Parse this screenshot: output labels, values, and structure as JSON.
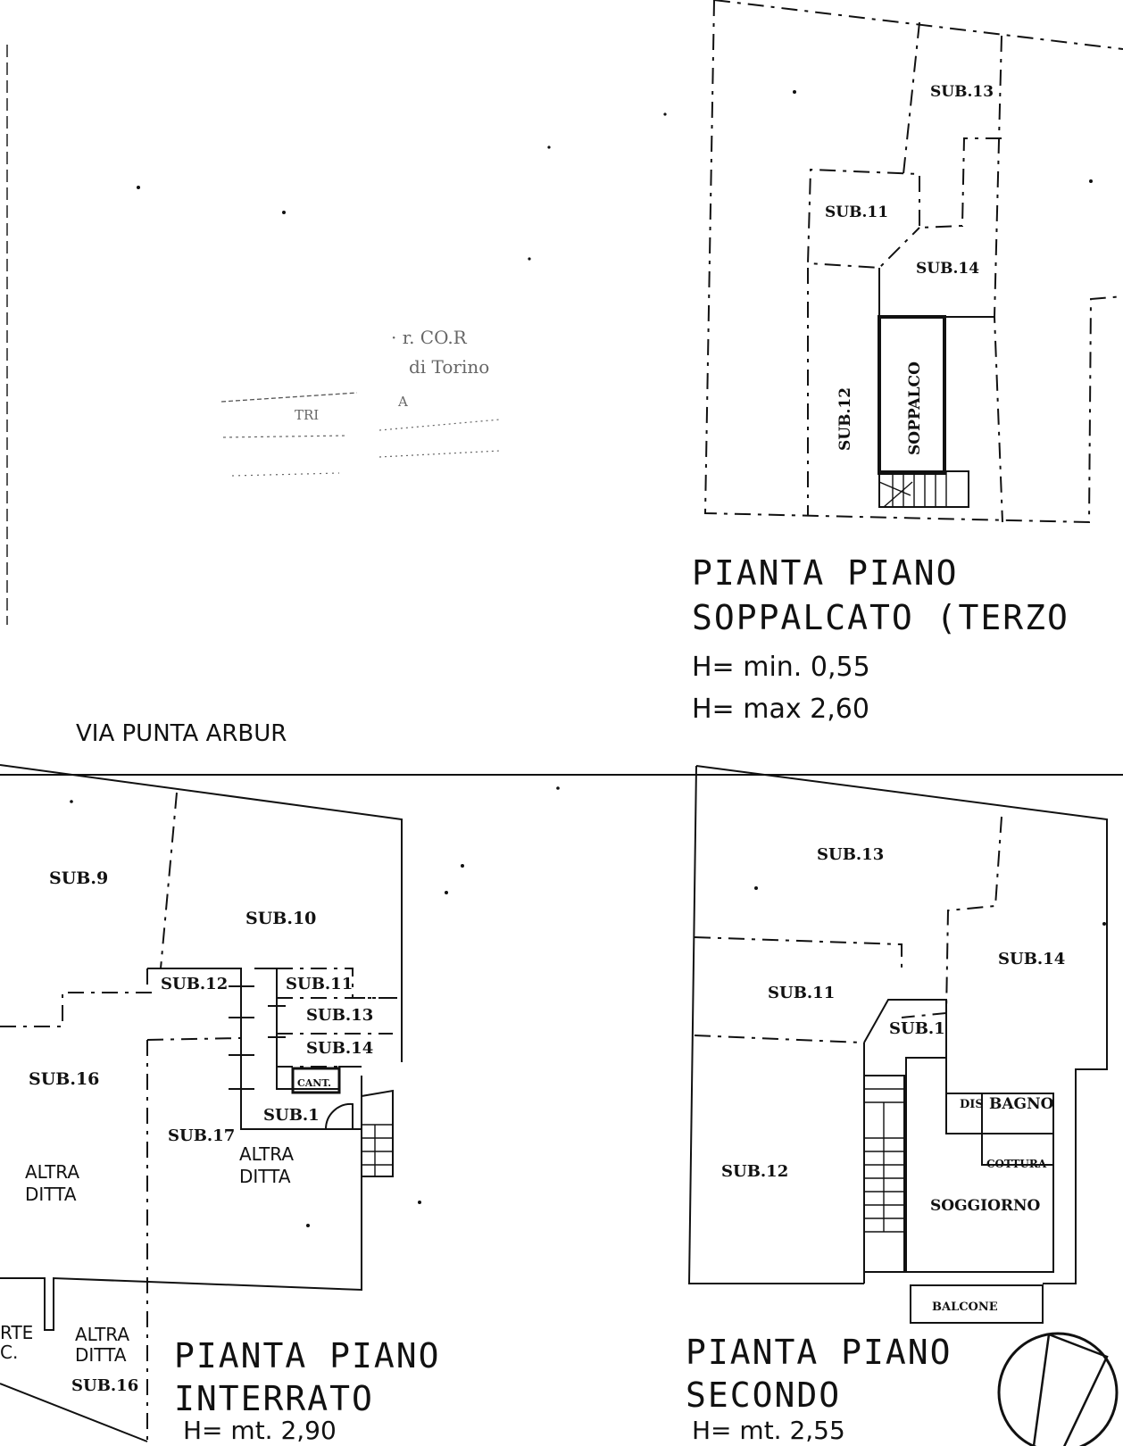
{
  "stamp": {
    "line1": "· r. CO.R",
    "line2": "di Torino",
    "line3": "TRI",
    "line4": "A"
  },
  "street": "VIA PUNTA ARBUR",
  "plan_terzo": {
    "title1": "PIANTA PIANO",
    "title2": "SOPPALCATO (TERZO",
    "h1": "H= min. 0,55",
    "h2": "H= max 2,60",
    "rooms": {
      "sub13": "SUB.13",
      "sub11": "SUB.11",
      "sub14": "SUB.14",
      "sub12": "SUB.12",
      "soppalco": "SOPPALCO"
    }
  },
  "plan_interrato": {
    "title1": "PIANTA PIANO",
    "title2": "INTERRATO",
    "h": "H= mt. 2,90",
    "rooms": {
      "sub9": "SUB.9",
      "sub10": "SUB.10",
      "sub12": "SUB.12",
      "sub11": "SUB.11",
      "sub13": "SUB.13",
      "sub14": "SUB.14",
      "cant": "CANT.",
      "sub16": "SUB.16",
      "sub1": "SUB.1",
      "sub17": "SUB.17",
      "altra_ditta_a1": "ALTRA",
      "altra_ditta_a2": "DITTA",
      "altra_ditta_b1": "ALTRA",
      "altra_ditta_b2": "DITTA",
      "corte1": "RTE",
      "corte2": "C.",
      "altra_ditta_c1": "ALTRA",
      "altra_ditta_c2": "DITTA",
      "sub16b": "SUB.16"
    }
  },
  "plan_secondo": {
    "title1": "PIANTA PIANO",
    "title2": "SECONDO",
    "h": "H= mt. 2,55",
    "rooms": {
      "sub13": "SUB.13",
      "sub14": "SUB.14",
      "sub11": "SUB.11",
      "sub1": "SUB.1",
      "dis": "DIS",
      "bagno": "BAGNO",
      "cottura": "COTTURA",
      "sub12": "SUB.12",
      "soggiorno": "SOGGIORNO",
      "balcone": "BALCONE"
    }
  },
  "icons": {
    "north": "north-arrow-icon"
  }
}
